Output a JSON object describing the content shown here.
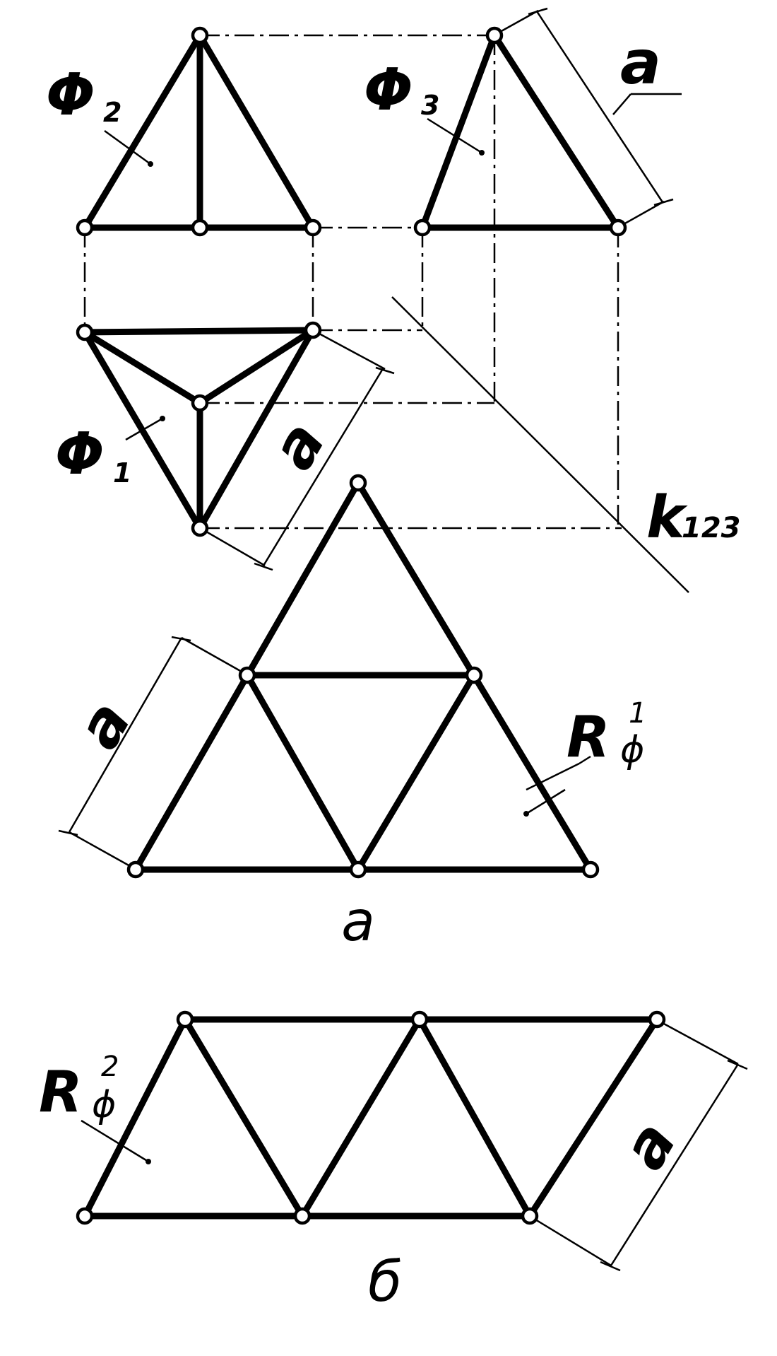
{
  "figure": {
    "view_labels": {
      "phi2_main": "Φ",
      "phi2_sub": "2",
      "phi3_main": "Φ",
      "phi3_sub": "3",
      "phi1_main": "Φ",
      "phi1_sub": "1",
      "k_main": "k",
      "k_sub": "123"
    },
    "dimension_labels": {
      "a_top_right": "a",
      "a_middle": "a",
      "a_left": "a",
      "a_right_strip": "a"
    },
    "development_labels": {
      "r1_main": "R",
      "r1_sub": "ϕ",
      "r1_sup": "1",
      "r2_main": "R",
      "r2_sub": "ϕ",
      "r2_sup": "2"
    },
    "captions": {
      "part_a": "a",
      "part_b": "б"
    }
  }
}
